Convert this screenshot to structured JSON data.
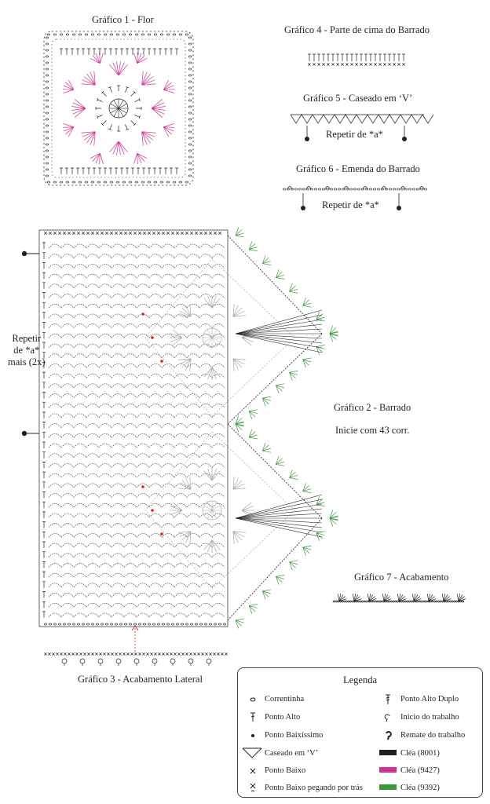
{
  "graficos": {
    "g1": "Gráfico 1 - Flor",
    "g2": "Gráfico 2 - Barrado",
    "g2_sub": "Inicie com 43 corr.",
    "g3": "Gráfico 3 - Acabamento Lateral",
    "g4": "Gráfico 4 - Parte de cima do Barrado",
    "g5": "Gráfico 5 - Caseado em ‘V’",
    "g5_sub": "Repetir de *a*",
    "g6": "Gráfico 6 - Emenda do Barrado",
    "g6_sub": "Repetir de *a*",
    "g7": "Gráfico 7 - Acabamento"
  },
  "repeat_note": [
    "Repetir",
    "de *a*",
    "mais (2x)"
  ],
  "colors": {
    "black": "#231f20",
    "pink": "#d1318f",
    "green": "#3a9a3a",
    "gray": "#a8a8a8",
    "red": "#e02020"
  },
  "legend": {
    "title": "Legenda",
    "items": [
      {
        "label": "Correntinha",
        "icon": "chain-stitch-icon"
      },
      {
        "label": "Ponto Alto",
        "icon": "double-crochet-icon"
      },
      {
        "label": "Ponto Baixíssimo",
        "icon": "slip-stitch-icon"
      },
      {
        "label": "Caseado em ‘V’",
        "icon": "v-stitch-icon"
      },
      {
        "label": "Ponto Baixo",
        "icon": "single-crochet-icon"
      },
      {
        "label": "Ponto Baixo pegando por trás",
        "icon": "back-loop-single-crochet-icon"
      },
      {
        "label": "Ponto Alto Duplo",
        "icon": "treble-crochet-icon"
      },
      {
        "label": "Inicio do trabalho",
        "icon": "start-icon"
      },
      {
        "label": "Remate do trabalho",
        "icon": "fasten-off-icon"
      },
      {
        "label": "Cléa (8001)",
        "icon": "swatch-black",
        "color": "#231f20"
      },
      {
        "label": "Cléa (9427)",
        "icon": "swatch-pink",
        "color": "#d1318f"
      },
      {
        "label": "Cléa (9392)",
        "icon": "swatch-green",
        "color": "#3a9a3a"
      }
    ]
  }
}
